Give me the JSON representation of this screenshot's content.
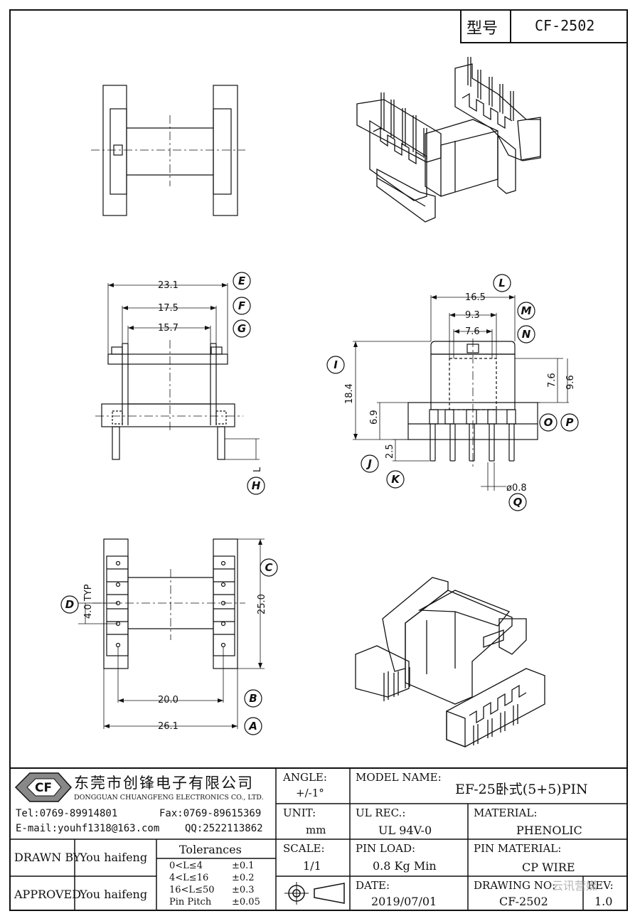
{
  "header": {
    "model_label": "型号",
    "model_value": "CF-2502"
  },
  "dimensions": {
    "d_23_1": "23.1",
    "d_17_5": "17.5",
    "d_15_7": "15.7",
    "d_16_5": "16.5",
    "d_9_3": "9.3",
    "d_7_6": "7.6",
    "d_7_6_v": "7.6",
    "d_9_6_v": "9.6",
    "d_18_4": "18.4",
    "d_6_9": "6.9",
    "d_2_5": "2.5",
    "d_pin": "ø0.8",
    "d_L": "L",
    "d_4_0": "4.0 TYP",
    "d_25_0": "25.0",
    "d_20_0": "20.0",
    "d_26_1": "26.1"
  },
  "callouts": {
    "A": "A",
    "B": "B",
    "C": "C",
    "D": "D",
    "E": "E",
    "F": "F",
    "G": "G",
    "H": "H",
    "I": "I",
    "J": "J",
    "K": "K",
    "L": "L",
    "M": "M",
    "N": "N",
    "O": "O",
    "P": "P",
    "Q": "Q"
  },
  "company": {
    "logo_text": "CF",
    "name_cn": "东莞市创锋电子有限公司",
    "name_en": "DONGGUAN CHUANGFENG ELECTRONICS CO., LTD.",
    "tel": "Tel:0769-89914801",
    "fax": "Fax:0769-89615369",
    "email": "E-mail:youhf1318@163.com",
    "qq": "QQ:2522113862"
  },
  "title_block": {
    "angle_label": "ANGLE:",
    "angle_value": "+/-1°",
    "model_name_label": "MODEL NAME:",
    "model_name_value": "EF-25卧式(5+5)PIN",
    "unit_label": "UNIT:",
    "unit_value": "mm",
    "ul_label": "UL REC.:",
    "ul_value": "UL 94V-0",
    "material_label": "MATERIAL:",
    "material_value": "PHENOLIC",
    "scale_label": "SCALE:",
    "scale_value": "1/1",
    "pin_load_label": "PIN LOAD:",
    "pin_load_value": "0.8 Kg Min",
    "pin_material_label": "PIN MATERIAL:",
    "pin_material_value": "CP WIRE",
    "date_label": "DATE:",
    "date_value": "2019/07/01",
    "drawing_no_label": "DRAWING NO:",
    "drawing_no_value": "CF-2502",
    "rev_label": "REV:",
    "rev_value": "1.0",
    "drawn_by_label": "DRAWN BY",
    "drawn_by_value": "You haifeng",
    "approved_label": "APPROVED",
    "approved_value": "You haifeng",
    "tolerances_title": "Tolerances",
    "tolerances": [
      {
        "range": "0<L≤4",
        "value": "±0.1"
      },
      {
        "range": "4<L≤16",
        "value": "±0.2"
      },
      {
        "range": "16<L≤50",
        "value": "±0.3"
      },
      {
        "range": "Pin Pitch",
        "value": "±0.05"
      }
    ],
    "watermark": "云讯营媒"
  }
}
